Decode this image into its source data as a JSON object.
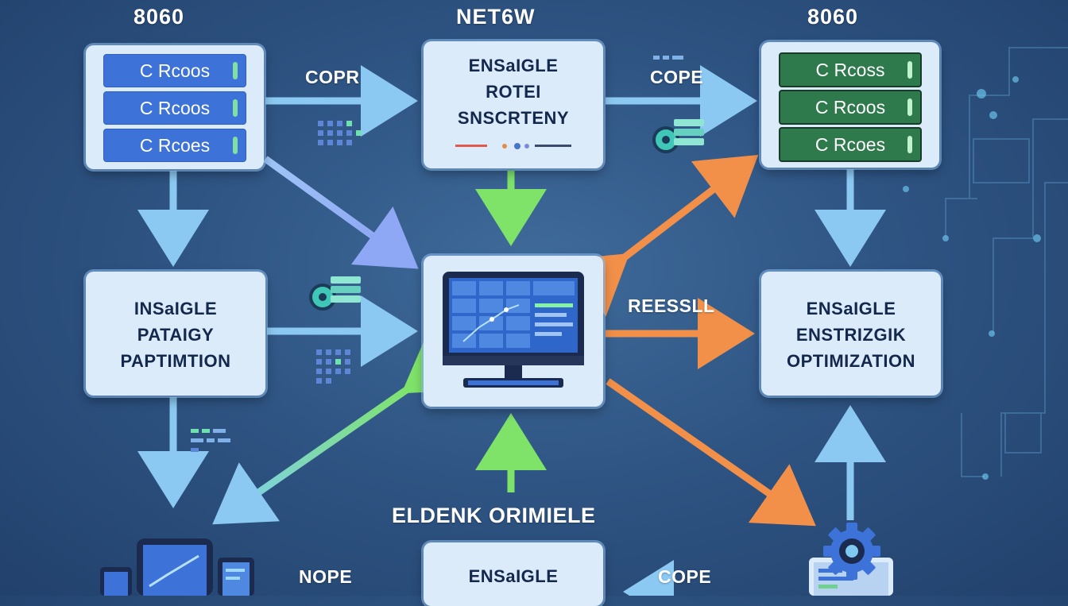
{
  "headings": {
    "left": "8060",
    "center": "NET6W",
    "right": "8060"
  },
  "top_left_db": {
    "rows": [
      "C Rcoos",
      "C Rcoos",
      "C Rcoes"
    ]
  },
  "top_right_db": {
    "rows": [
      "C Rcoss",
      "C Rcoos",
      "C Rcoes"
    ]
  },
  "top_center_card": {
    "lines": [
      "ENSaIGLE",
      "ROTEI",
      "SNSCRTENY"
    ]
  },
  "mid_left_card": {
    "lines": [
      "INSaIGLE",
      "PATAIGY",
      "PAPTIMTION"
    ]
  },
  "mid_right_card": {
    "lines": [
      "ENSaIGLE",
      "ENSTRIZGIK",
      "OPTIMIZATION"
    ]
  },
  "bottom_center_card": {
    "lines": [
      "ENSaIGLE"
    ]
  },
  "labels": {
    "copr": "COPR",
    "cope_top": "COPE",
    "reessll": "REESSLL",
    "eldenk": "ELDENK ORIMIELE",
    "nope": "NOPE",
    "cope_bottom": "COPE"
  },
  "icons": {
    "center": "monitor-dashboard-icon",
    "bottom_left": "devices-icon",
    "bottom_right": "gear-settings-icon",
    "small_a": "disc-stack-icon",
    "small_b": "disc-stack-icon"
  },
  "colors": {
    "arrow_blue": "#8cc9f2",
    "arrow_green": "#7fe36a",
    "arrow_orange": "#f2904a",
    "card_bg": "#dcebfa",
    "db_blue": "#3d73d9",
    "db_green": "#2f7a4d"
  }
}
